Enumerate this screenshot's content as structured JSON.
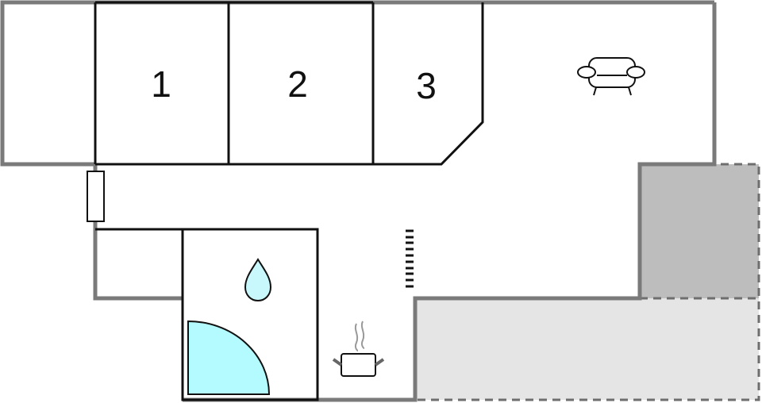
{
  "floorplan": {
    "rooms": [
      {
        "id": "room-1",
        "label": "1",
        "type": "bedroom"
      },
      {
        "id": "room-2",
        "label": "2",
        "type": "bedroom"
      },
      {
        "id": "room-3",
        "label": "3",
        "type": "bedroom"
      }
    ],
    "icons": {
      "living": "armchair-icon",
      "bathroom_shower": "water-drop-icon",
      "bathroom_shower_tray": "shower-tray-icon",
      "kitchen": "cooking-pot-icon",
      "stairs": "stairs-icon",
      "entrance": "door-icon"
    },
    "areas": {
      "terrace_covered": "covered-terrace",
      "terrace_open": "open-terrace"
    },
    "colors": {
      "outer_wall": "#7a7a7a",
      "inner_wall": "#111111",
      "water_fill": "#b3fbff",
      "covered_terrace": "#bdbdbd",
      "open_terrace": "#e5e5e5",
      "dash": "#6e6e6e"
    }
  }
}
